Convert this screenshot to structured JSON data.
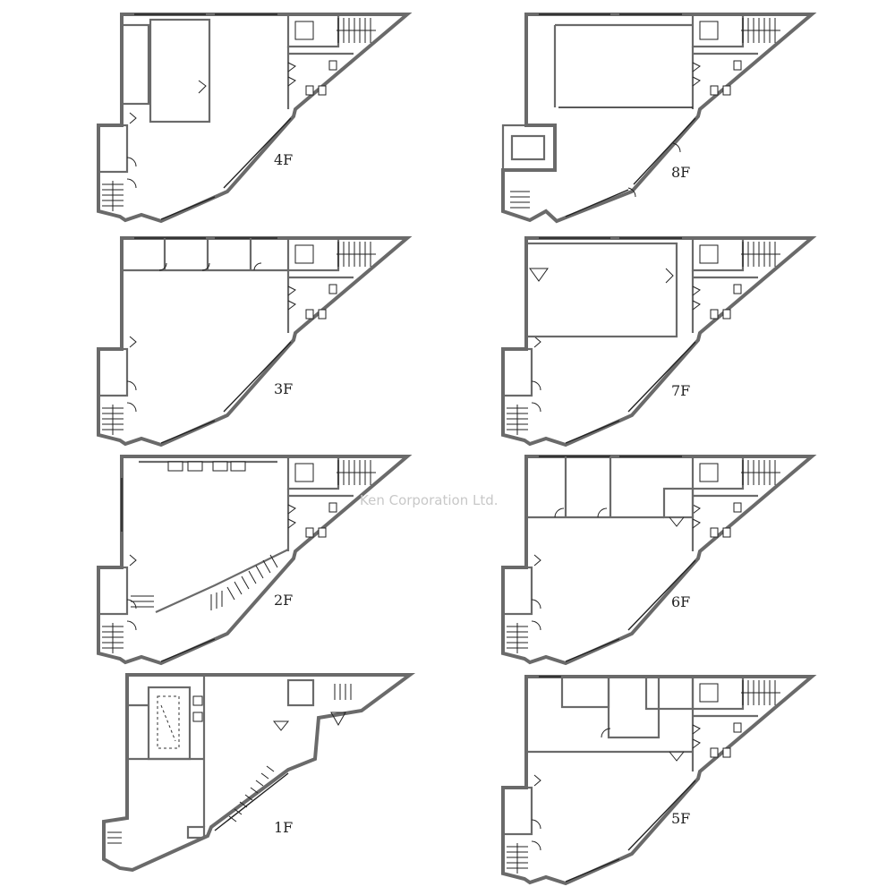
{
  "floors": [
    {
      "id": "4F",
      "label": "4F"
    },
    {
      "id": "3F",
      "label": "3F"
    },
    {
      "id": "2F",
      "label": "2F"
    },
    {
      "id": "1F",
      "label": "1F"
    },
    {
      "id": "8F",
      "label": "8F"
    },
    {
      "id": "7F",
      "label": "7F"
    },
    {
      "id": "6F",
      "label": "6F"
    },
    {
      "id": "5F",
      "label": "5F"
    }
  ],
  "watermark": "Ken Corporation Ltd."
}
